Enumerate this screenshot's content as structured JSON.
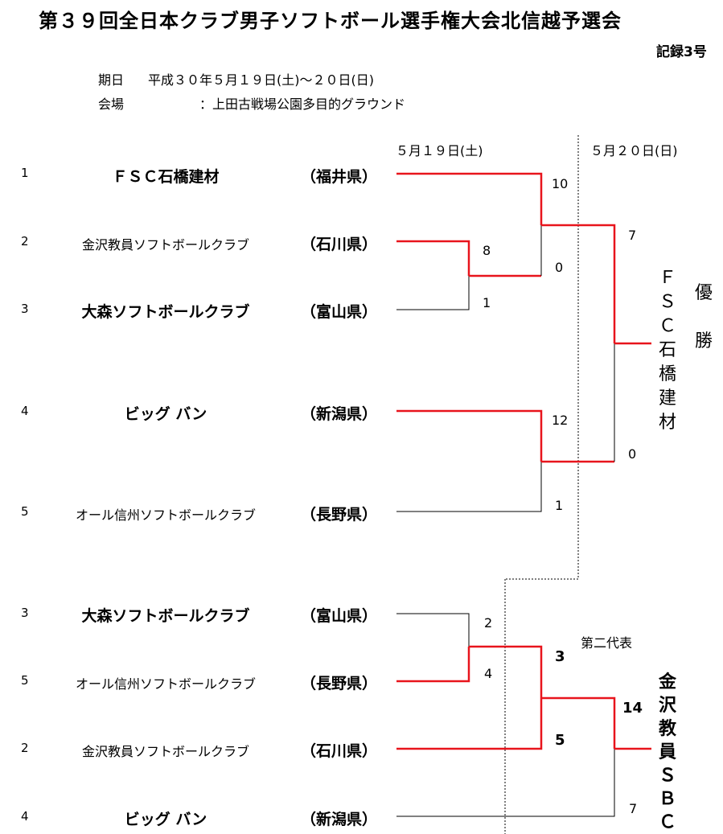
{
  "header": {
    "title": "第３９回全日本クラブ男子ソフトボール選手権大会北信越予選会",
    "record_no": "記録3号",
    "date_label": "期日",
    "date_value": "平成３０年５月１９日(土)～２０日(日)",
    "venue_label": "会場",
    "venue_value": "：上田古戦場公園多目的グラウンド"
  },
  "days": {
    "day1": "５月１９日(土)",
    "day2": "５月２０日(日)"
  },
  "bracket1": {
    "entries": [
      {
        "seed": "1",
        "team": "ＦＳＣ石橋建材",
        "pref": "（福井県）"
      },
      {
        "seed": "2",
        "team": "金沢教員ソフトボールクラブ",
        "pref": "（石川県）"
      },
      {
        "seed": "3",
        "team": "大森ソフトボールクラブ",
        "pref": "（富山県）"
      },
      {
        "seed": "4",
        "team": "ビッグ バン",
        "pref": "（新潟県）"
      },
      {
        "seed": "5",
        "team": "オール信州ソフトボールクラブ",
        "pref": "（長野県）"
      }
    ],
    "scores": {
      "s_2v3_top": "8",
      "s_2v3_bot": "1",
      "s_1_semi": "10",
      "s_23_semi": "0",
      "s_4v5_top": "12",
      "s_4v5_bot": "1",
      "s_final_top": "7",
      "s_final_bot": "0"
    },
    "winner_label": "優勝",
    "winner_name": "ＦＳＣ石橋建材"
  },
  "bracket2": {
    "entries": [
      {
        "seed": "3",
        "team": "大森ソフトボールクラブ",
        "pref": "（富山県）"
      },
      {
        "seed": "5",
        "team": "オール信州ソフトボールクラブ",
        "pref": "（長野県）"
      },
      {
        "seed": "2",
        "team": "金沢教員ソフトボールクラブ",
        "pref": "（石川県）"
      },
      {
        "seed": "4",
        "team": "ビッグ バン",
        "pref": "（新潟県）"
      }
    ],
    "scores": {
      "s_3v5_top": "2",
      "s_3v5_bot": "4",
      "s_35_semi": "3",
      "s_2_semi": "5",
      "s_final_top": "14",
      "s_final_bot": "7"
    },
    "second_label": "第二代表",
    "second_name": "金沢教員ＳＢＣ"
  },
  "colors": {
    "win_line": "#e8141c",
    "line": "#000000"
  }
}
